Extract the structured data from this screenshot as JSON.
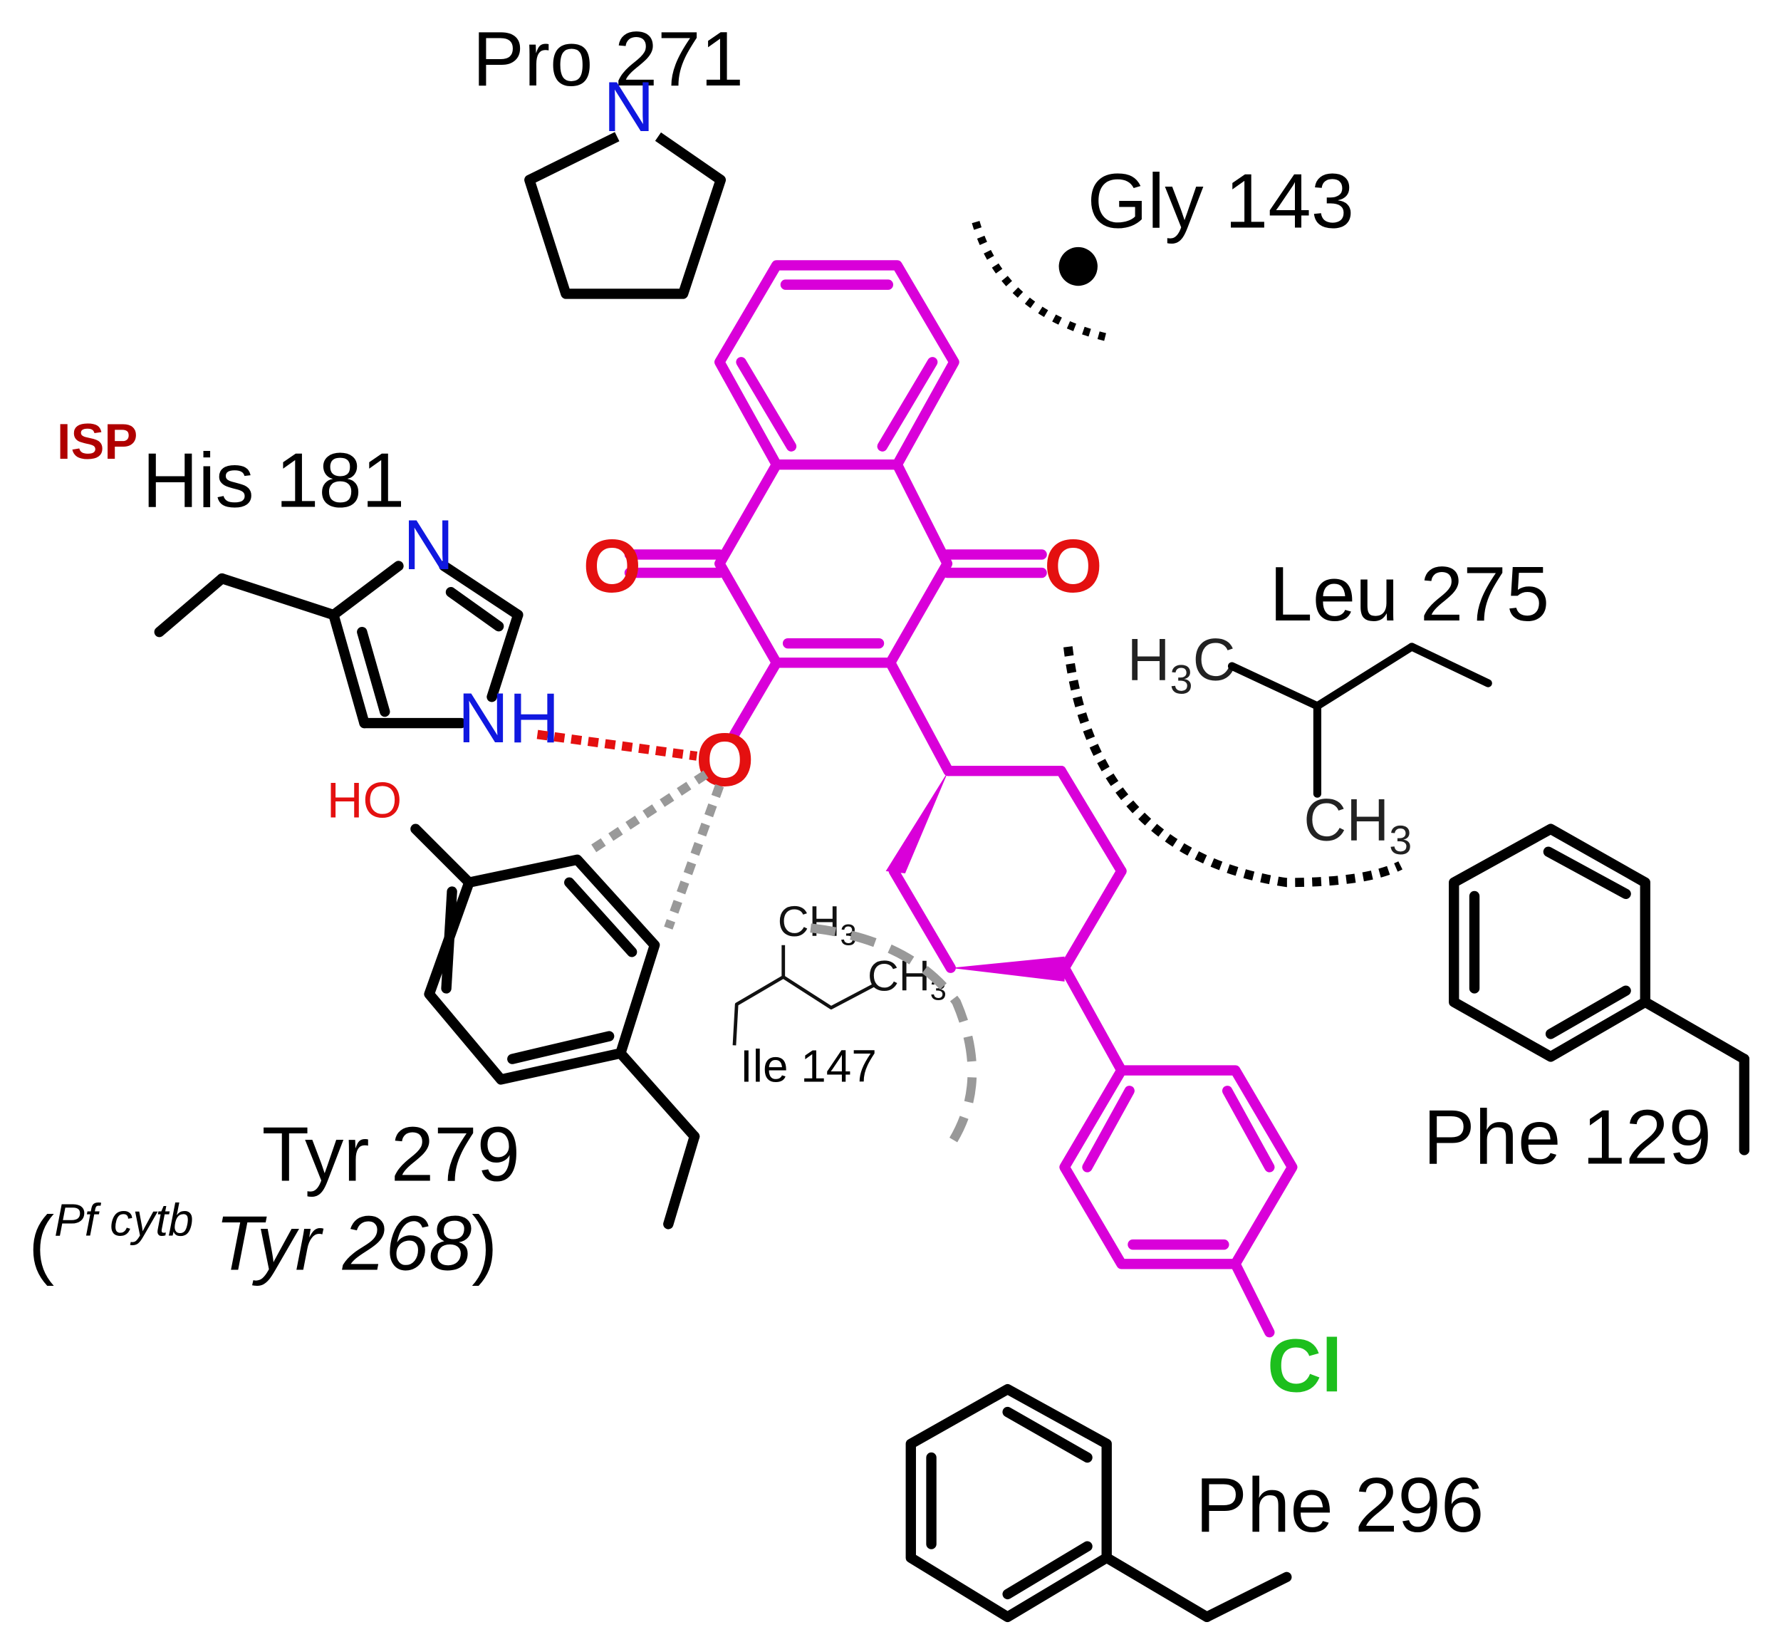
{
  "colors": {
    "ligand": "#d900d9",
    "oxygen": "#e41010",
    "nitrogen": "#1018e0",
    "chlorine": "#1dbf1d",
    "isp": "#b00000",
    "hbond": "#e41010",
    "contact": "#999999",
    "residue": "#000000"
  },
  "residues": {
    "pro271": "Pro 271",
    "gly143": "Gly 143",
    "his181_prefix": "ISP",
    "his181": "His 181",
    "leu275": "Leu 275",
    "phe129": "Phe 129",
    "phe296": "Phe 296",
    "ile147": "Ile 147",
    "tyr279": "Tyr 279",
    "tyr279_paren_open": "(",
    "tyr279_sup": "Pf cytb",
    "tyr279_alt": " Tyr 268",
    "tyr279_paren_close": ")"
  },
  "atoms": {
    "pro_n": "N",
    "his_n": "N",
    "his_nh": "NH",
    "tyr_ho": "HO",
    "o_left": "O",
    "o_right": "O",
    "o_hydroxyl": "O",
    "cl": "Cl",
    "leu_h3c_h": "H",
    "leu_h3c_3": "3",
    "leu_h3c_c": "C",
    "leu_ch3_ch": "CH",
    "leu_ch3_3": "3",
    "ile_ch3_a": "CH",
    "ile_ch3_a_3": "3",
    "ile_ch3_b": "CH",
    "ile_ch3_b_3": "3"
  },
  "icons": {
    "gly143_marker": "filled-circle",
    "hydrophobic_contact": "dotted-arc"
  }
}
